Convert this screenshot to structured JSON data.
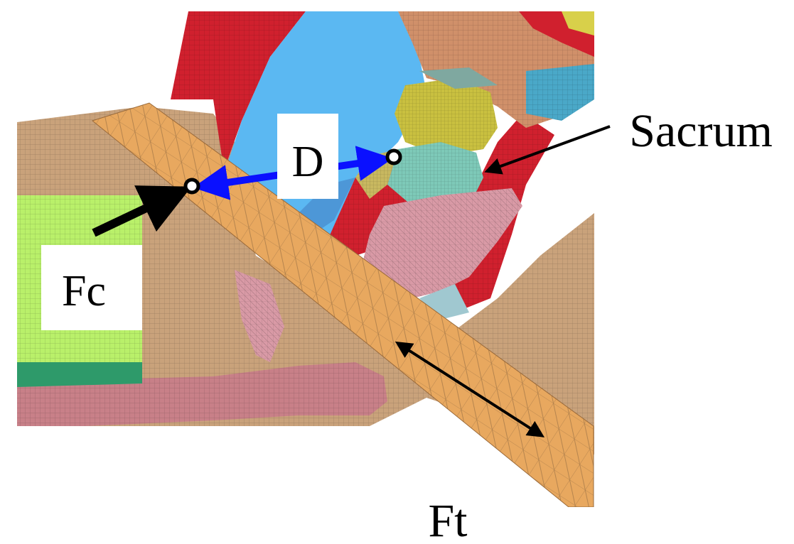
{
  "labels": {
    "distance": "D",
    "compression_force": "Fc",
    "sacrum": "Sacrum",
    "tension_force": "Ft"
  },
  "colors": {
    "mesh_tan": "#C9A27B",
    "belt_orange": "#E8A85F",
    "red": "#D0202E",
    "blue": "#5BB8F2",
    "green_mesh": "#B9F06A",
    "pink": "#D99AA6",
    "dark_pink": "#C88088",
    "yellow_olive": "#D8C850",
    "arrow_blue": "#0A10FF",
    "arrow_black": "#000000"
  }
}
